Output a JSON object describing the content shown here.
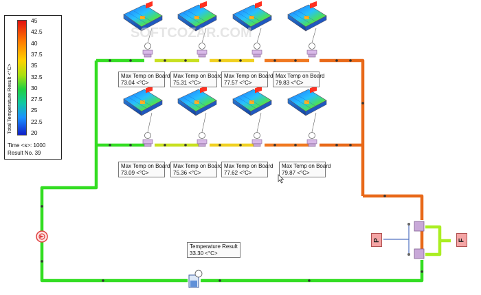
{
  "legend": {
    "title": "Total Temperature Result <°C>",
    "ticks": [
      "45",
      "42.5",
      "40",
      "37.5",
      "35",
      "32.5",
      "30",
      "27.5",
      "25",
      "22.5",
      "20"
    ],
    "time_label": "Time <s>: 1000",
    "result_label": "Result No. 39"
  },
  "boards": [
    {
      "title": "Max Temp on Board",
      "value": "73.04 <°C>"
    },
    {
      "title": "Max Temp on Board",
      "value": "75.31 <°C>"
    },
    {
      "title": "Max Temp on Board",
      "value": "77.57 <°C>"
    },
    {
      "title": "Max Temp on Board",
      "value": "79.83 <°C>"
    },
    {
      "title": "Max Temp on Board",
      "value": "73.09 <°C>"
    },
    {
      "title": "Max Temp on Board",
      "value": "75.36 <°C>"
    },
    {
      "title": "Max Temp on Board",
      "value": "77.62 <°C>"
    },
    {
      "title": "Max Temp on Board",
      "value": "79.87 <°C>"
    }
  ],
  "temperature_result": {
    "title": "Temperature Result",
    "value": "33.30 <°C>"
  },
  "ports": {
    "pressure": "P",
    "flow": "F"
  },
  "colors": {
    "green": "#33dd22",
    "yellow_green": "#c8e020",
    "yellow": "#f0d020",
    "orange": "#f07820",
    "dark_orange": "#e86818",
    "lime": "#aaee22",
    "pump": "#e04040",
    "component": "#c8a8d8",
    "node": "#8fd0c0"
  },
  "icons": [
    "heatsink-thumbnail-icon",
    "pump-icon",
    "tank-icon",
    "pressure-port-icon",
    "flow-port-icon",
    "cursor-icon"
  ]
}
